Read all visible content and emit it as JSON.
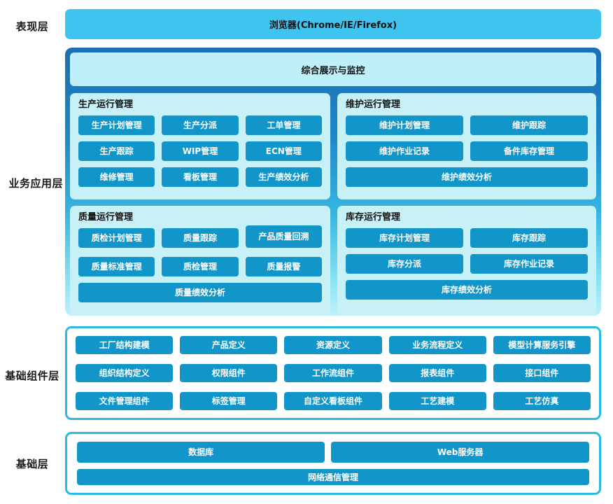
{
  "layers": {
    "presentation": {
      "label": "表现层",
      "bar": "浏览器(Chrome/IE/Firefox)"
    },
    "business": {
      "label": "业务应用层",
      "banner": "综合展示与监控"
    },
    "components": {
      "label": "基础组件层"
    },
    "infrastructure": {
      "label": "基础层"
    }
  },
  "groups": {
    "production": {
      "title": "生产运行管理",
      "rows": [
        [
          "生产计划管理",
          "生产分派",
          "工单管理"
        ],
        [
          "生产跟踪",
          "WIP管理",
          "ECN管理"
        ],
        [
          "维修管理",
          "看板管理",
          "生产绩效分析"
        ]
      ]
    },
    "maintenance": {
      "title": "维护运行管理",
      "rows": [
        [
          "维护计划管理",
          "维护跟踪"
        ],
        [
          "维护作业记录",
          "备件库存管理"
        ]
      ],
      "full": "维护绩效分析"
    },
    "quality": {
      "title": "质量运行管理",
      "rows": [
        [
          "质检计划管理",
          "质量跟踪",
          "产品质量回溯"
        ],
        [
          "质量标准管理",
          "质检管理",
          "质量报警"
        ]
      ],
      "full": "质量绩效分析"
    },
    "inventory": {
      "title": "库存运行管理",
      "rows": [
        [
          "库存计划管理",
          "库存跟踪"
        ],
        [
          "库存分派",
          "库存作业记录"
        ]
      ],
      "full": "库存绩效分析"
    }
  },
  "components": {
    "rows": [
      [
        "工厂结构建模",
        "产品定义",
        "资源定义",
        "业务流程定义",
        "模型计算服务引擎"
      ],
      [
        "组织结构定义",
        "权限组件",
        "工作流组件",
        "报表组件",
        "接口组件"
      ],
      [
        "文件管理组件",
        "标签管理",
        "自定义看板组件",
        "工艺建模",
        "工艺仿真"
      ]
    ]
  },
  "infrastructure": {
    "top_row": [
      "数据库",
      "Web服务器"
    ],
    "bottom": "网络通信管理"
  },
  "colors": {
    "tile_blue": "#1295c9",
    "browser_bar": "#3fc3ef",
    "group_bg": "#c7f0f7",
    "banner_bg": "#bdf0f9",
    "border_cyan": "#2bbbe0",
    "business_border_top": "#1b6fb5"
  }
}
